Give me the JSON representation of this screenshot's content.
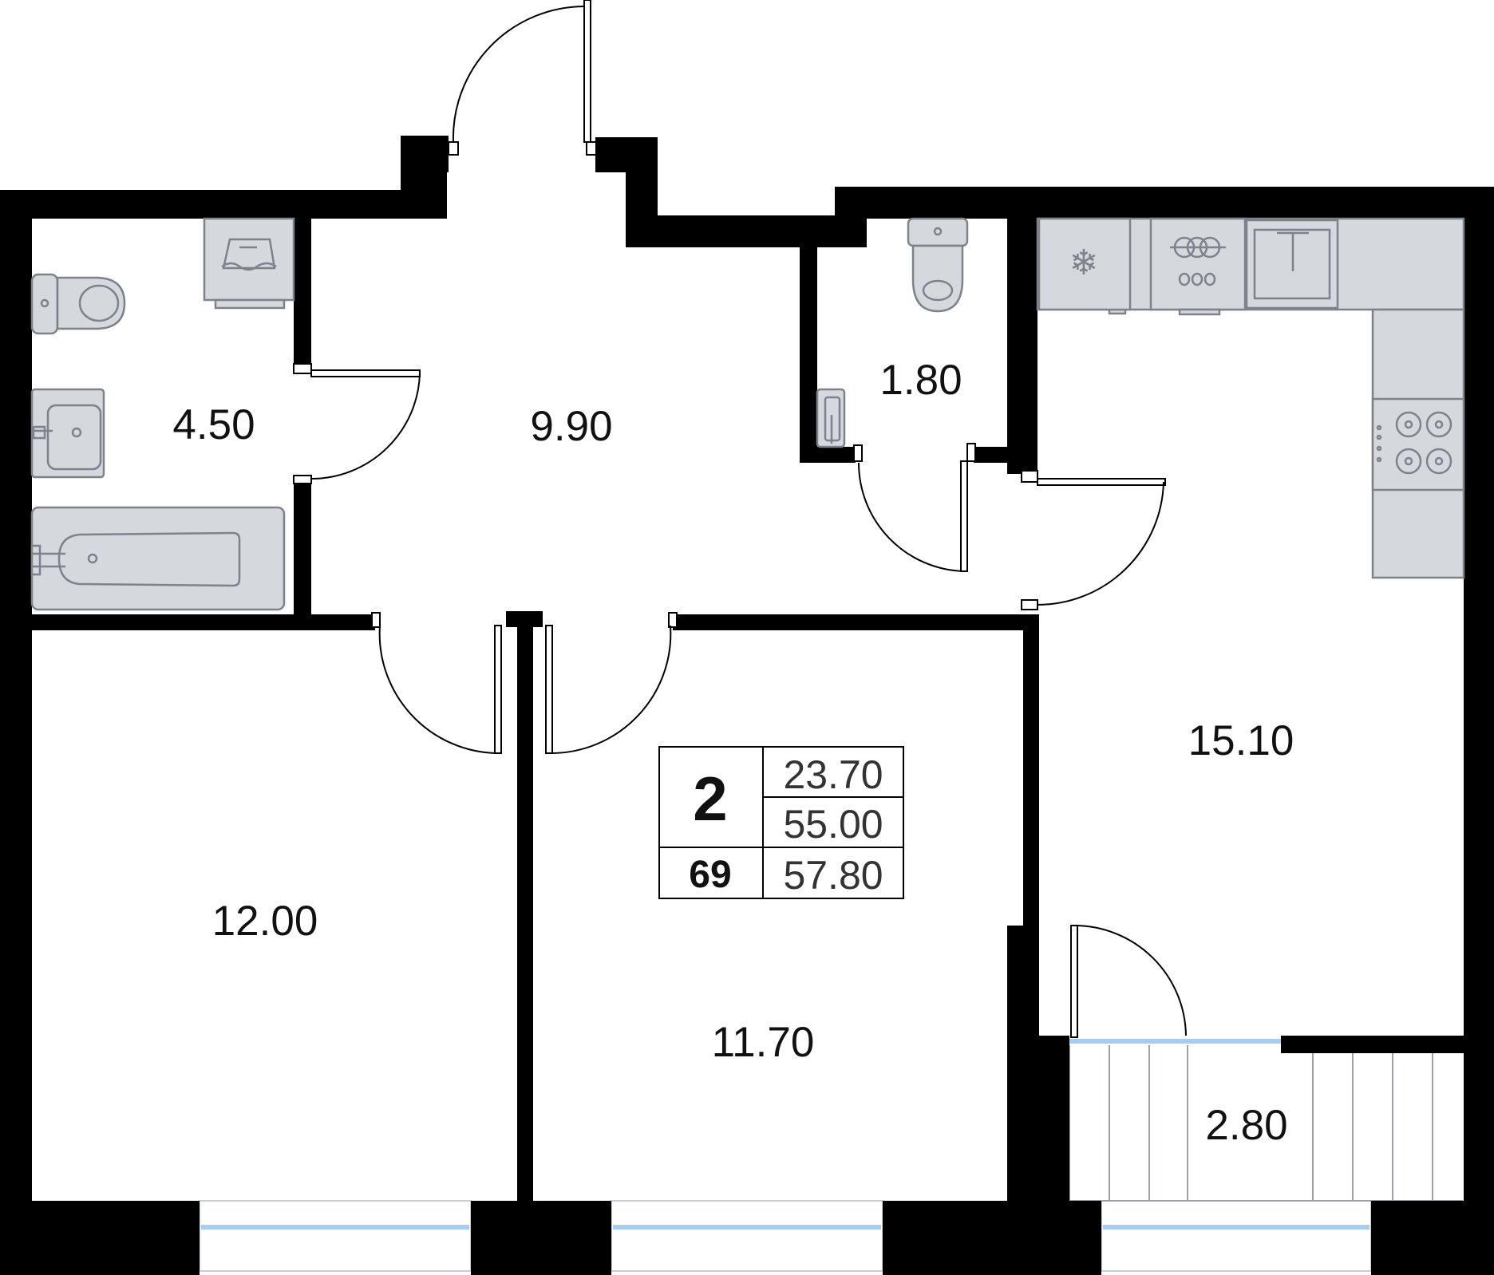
{
  "rooms": {
    "bathroom": "4.50",
    "hallway": "9.90",
    "wc": "1.80",
    "kitchen": "15.10",
    "bedroom_left": "12.00",
    "bedroom_middle": "11.70",
    "balcony": "2.80"
  },
  "summary": {
    "room_count": "2",
    "apartment_number": "69",
    "living_area": "23.70",
    "area_without_balcony": "55.00",
    "total_area": "57.80"
  },
  "colors": {
    "wall": "#000000",
    "fixture_fill": "#d5d8dd",
    "fixture_stroke": "#7d828b",
    "glass": "#a8cdf0"
  }
}
